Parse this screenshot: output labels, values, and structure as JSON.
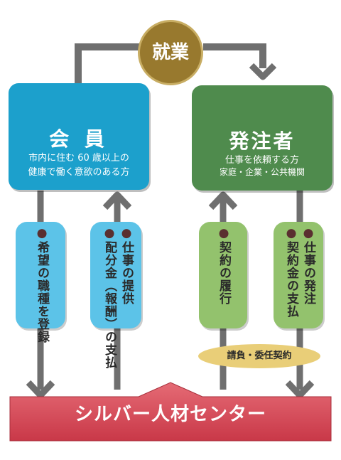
{
  "work": {
    "label": "就業"
  },
  "member": {
    "title": "会 員",
    "line1": "市内に住む 60 歳以上の",
    "line2": "健康で働く意欲のある方",
    "icon": "people-icon"
  },
  "client": {
    "title": "発注者",
    "line1": "仕事を依頼する方",
    "line2": "家庭・企業・公共機関",
    "icon": "meeting-icon"
  },
  "flows": {
    "member_to_center": {
      "bullet": "●",
      "text": "希望の職種を登録"
    },
    "center_to_member": {
      "bullet": "●",
      "line1": "仕事の提供",
      "line2": "配分金（報酬）の支払"
    },
    "center_to_client": {
      "bullet": "●",
      "text": "契約の履行"
    },
    "client_to_center": {
      "bullet": "●",
      "line1": "仕事の発注",
      "line2": "契約金の支払"
    }
  },
  "contract": {
    "label": "請負・委任契約"
  },
  "center": {
    "label": "シルバー人材センター"
  },
  "colors": {
    "member": "#1ca0cc",
    "client": "#4f8b4d",
    "pill_blue": "#5cc3e8",
    "pill_green": "#93c26d",
    "work": "#98792e",
    "contract": "#e9ce78",
    "center": "#d94a57",
    "arrow": "#6f6f6f"
  }
}
